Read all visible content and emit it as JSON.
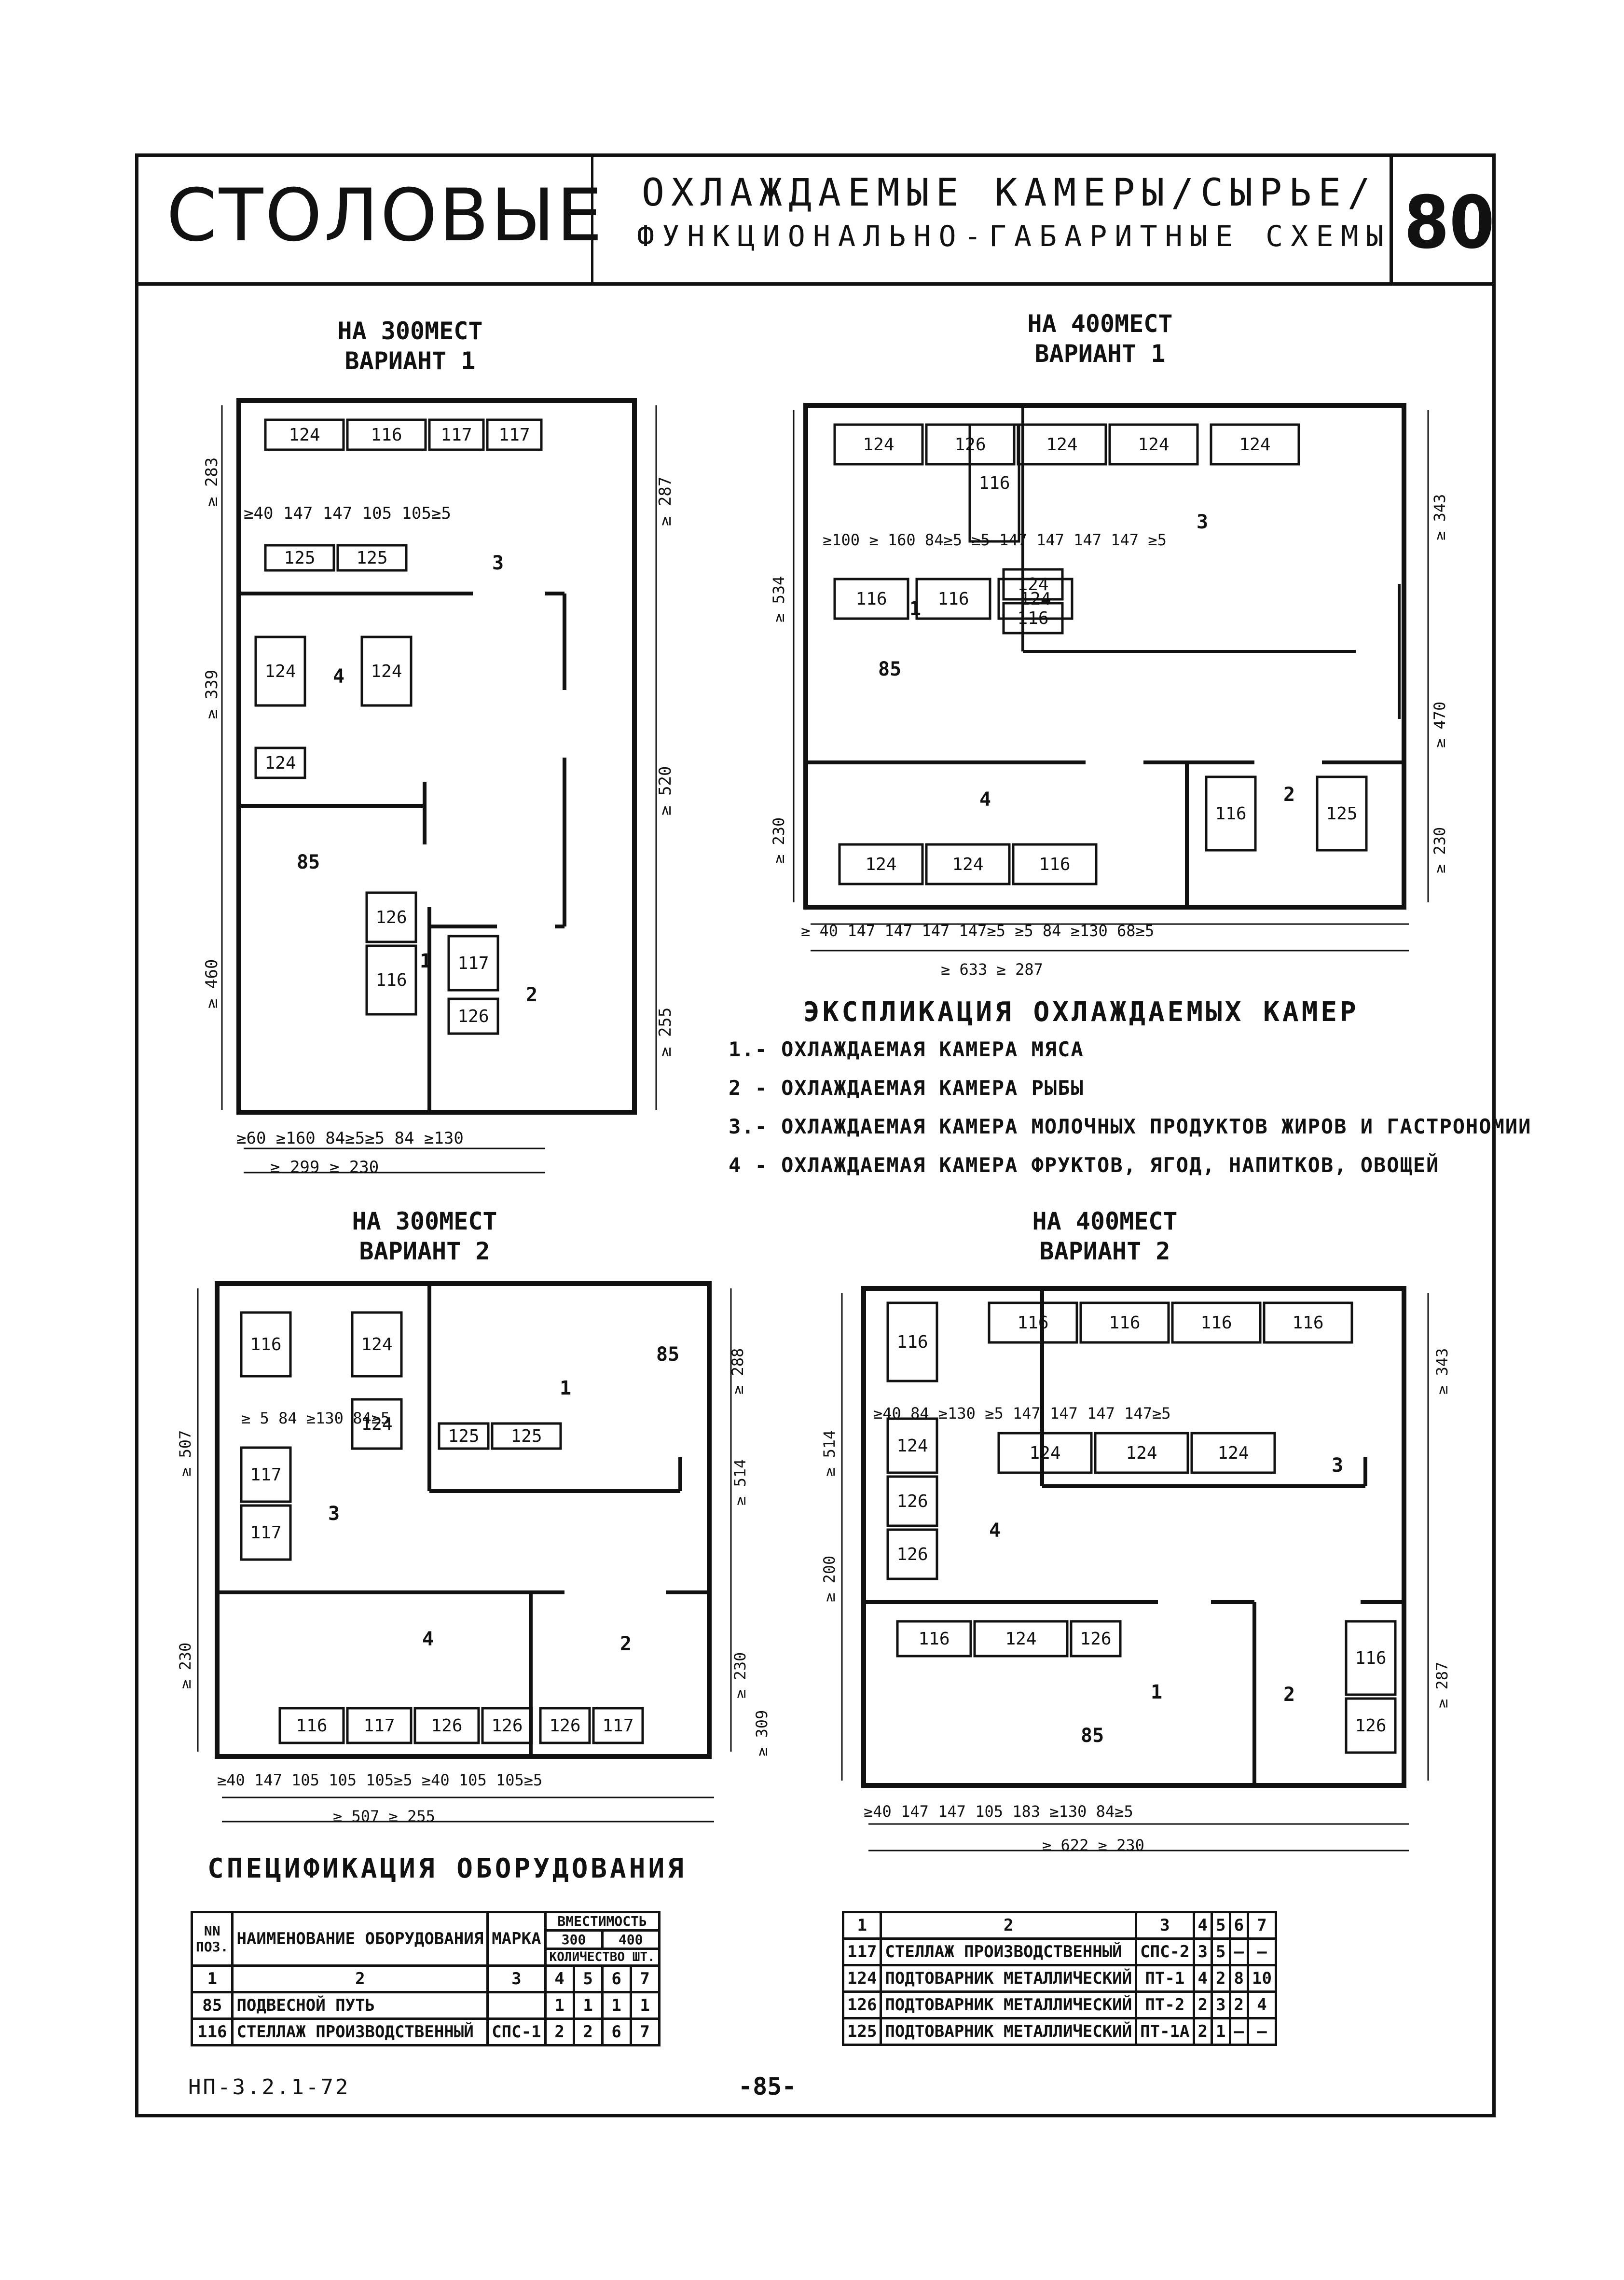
{
  "header": {
    "title": "СТОЛОВЫЕ",
    "subtitle_line1": "ОХЛАЖДАЕМЫЕ КАМЕРЫ/СЫРЬЕ/",
    "subtitle_line2": "ФУНКЦИОНАЛЬНО-ГАБАРИТНЫЕ СХЕМЫ",
    "sheet_number": "80"
  },
  "plans": {
    "p300v1": {
      "caption_line1": "НА 300МЕСТ",
      "caption_line2": "ВАРИАНТ 1",
      "bottom_dims_1": "≥60  ≥160   84≥5≥5 84  ≥130",
      "bottom_dims_2": "≥ 299          ≥ 230",
      "left_dims": [
        "≥ 460",
        "≥ 339",
        "≥ 283"
      ],
      "right_dims": [
        "≥ 520",
        "≥ 287",
        "≥ 255"
      ],
      "equipment": [
        "124",
        "116",
        "117",
        "117",
        "125",
        "125",
        "124",
        "124",
        "124",
        "126",
        "116",
        "117",
        "126"
      ],
      "room_numbers": [
        "3",
        "4",
        "1",
        "2"
      ],
      "rail_label": "85",
      "inner_dims": "≥40 147    147    105   105≥5"
    },
    "p400v1": {
      "caption_line1": "НА 400МЕСТ",
      "caption_line2": "ВАРИАНТ 1",
      "bottom_dims_1": "≥ 40  147   147   147   147≥5 ≥5 84 ≥130  68≥5",
      "bottom_dims_2": "≥ 633                    ≥ 287",
      "left_dims": [
        "≥ 534",
        "≥ 230"
      ],
      "right_dims": [
        "≥ 343",
        "≥ 470",
        "≥ 230"
      ],
      "equipment": [
        "116",
        "124",
        "126",
        "124",
        "124",
        "124",
        "124",
        "116",
        "116",
        "116",
        "124",
        "124",
        "124",
        "116",
        "116",
        "125"
      ],
      "room_numbers": [
        "1",
        "3",
        "4",
        "2"
      ],
      "rail_label": "85",
      "inner_dims": "≥100  ≥ 160  84≥5  ≥5 147   147   147   147 ≥5"
    },
    "p300v2": {
      "caption_line1": "НА 300МЕСТ",
      "caption_line2": "ВАРИАНТ 2",
      "bottom_dims_1": "≥40  147   105   105  105≥5 ≥40 105  105≥5",
      "bottom_dims_2": "≥ 507               ≥ 255",
      "left_dims": [
        "≥ 507",
        "≥ 230"
      ],
      "right_dims": [
        "≥ 288",
        "≥ 514",
        "≥ 230",
        "≥ 309"
      ],
      "equipment": [
        "116",
        "124",
        "124",
        "117",
        "117",
        "125",
        "125",
        "116",
        "117",
        "126",
        "126",
        "126",
        "117"
      ],
      "room_numbers": [
        "1",
        "3",
        "4",
        "2"
      ],
      "rail_label": "85",
      "inner_dims": "≥ 5 84  ≥130  84≥5"
    },
    "p400v2": {
      "caption_line1": "НА 400МЕСТ",
      "caption_line2": "ВАРИАНТ 2",
      "bottom_dims_1": "≥40  147   147   105    183     ≥130  84≥5",
      "bottom_dims_2": "≥ 622                  ≥ 230",
      "left_dims": [
        "≥ 514",
        "≥ 200"
      ],
      "right_dims": [
        "≥ 343",
        "≥ 287"
      ],
      "equipment": [
        "116",
        "124",
        "126",
        "126",
        "116",
        "116",
        "116",
        "116",
        "124",
        "124",
        "124",
        "116",
        "124",
        "126",
        "116",
        "126"
      ],
      "room_numbers": [
        "4",
        "3",
        "1",
        "2"
      ],
      "rail_label": "85",
      "inner_dims": "≥40 84  ≥130  ≥5 147   147   147  147≥5"
    }
  },
  "explication": {
    "title": "ЭКСПЛИКАЦИЯ ОХЛАЖДАЕМЫХ КАМЕР",
    "items": [
      "1.- ОХЛАЖДАЕМАЯ КАМЕРА МЯСА",
      "2 - ОХЛАЖДАЕМАЯ КАМЕРА РЫБЫ",
      "3.- ОХЛАЖДАЕМАЯ КАМЕРА МОЛОЧНЫХ ПРОДУКТОВ ЖИРОВ И ГАСТРОНОМИИ",
      "4 - ОХЛАЖДАЕМАЯ КАМЕРА ФРУКТОВ, ЯГОД, НАПИТКОВ, ОВОЩЕЙ"
    ]
  },
  "specification": {
    "title": "СПЕЦИФИКАЦИЯ ОБОРУДОВАНИЯ",
    "left_table": {
      "h_num": "NN ПОЗ.",
      "h_name": "НАИМЕНОВАНИЕ ОБОРУДОВАНИЯ",
      "h_mark": "МАРКА",
      "h_capacity": "ВМЕСТИМОСТЬ",
      "h_300": "300",
      "h_400": "400",
      "h_qty": "КОЛИЧЕСТВО ШТ.",
      "col_numbers": [
        "1",
        "2",
        "3",
        "4",
        "5",
        "6",
        "7"
      ],
      "rows": [
        {
          "pos": "85",
          "name": "ПОДВЕСНОЙ ПУТЬ",
          "mark": "",
          "q": [
            "1",
            "1",
            "1",
            "1"
          ]
        },
        {
          "pos": "116",
          "name": "СТЕЛЛАЖ ПРОИЗВОДСТВЕННЫЙ",
          "mark": "СПС-1",
          "q": [
            "2",
            "2",
            "6",
            "7"
          ]
        }
      ]
    },
    "right_table": {
      "col_numbers": [
        "1",
        "2",
        "3",
        "4",
        "5",
        "6",
        "7"
      ],
      "rows": [
        {
          "pos": "117",
          "name": "СТЕЛЛАЖ ПРОИЗВОДСТВЕННЫЙ",
          "mark": "СПС-2",
          "q": [
            "3",
            "5",
            "–",
            "–"
          ]
        },
        {
          "pos": "124",
          "name": "ПОДТОВАРНИК МЕТАЛЛИЧЕСКИЙ",
          "mark": "ПТ-1",
          "q": [
            "4",
            "2",
            "8",
            "10"
          ]
        },
        {
          "pos": "126",
          "name": "ПОДТОВАРНИК МЕТАЛЛИЧЕСКИЙ",
          "mark": "ПТ-2",
          "q": [
            "2",
            "3",
            "2",
            "4"
          ]
        },
        {
          "pos": "125",
          "name": "ПОДТОВАРНИК МЕТАЛЛИЧЕСКИЙ",
          "mark": "ПТ-1А",
          "q": [
            "2",
            "1",
            "–",
            "–"
          ]
        }
      ]
    }
  },
  "footer": {
    "doc_code": "НП-3.2.1-72",
    "page": "-85-"
  }
}
